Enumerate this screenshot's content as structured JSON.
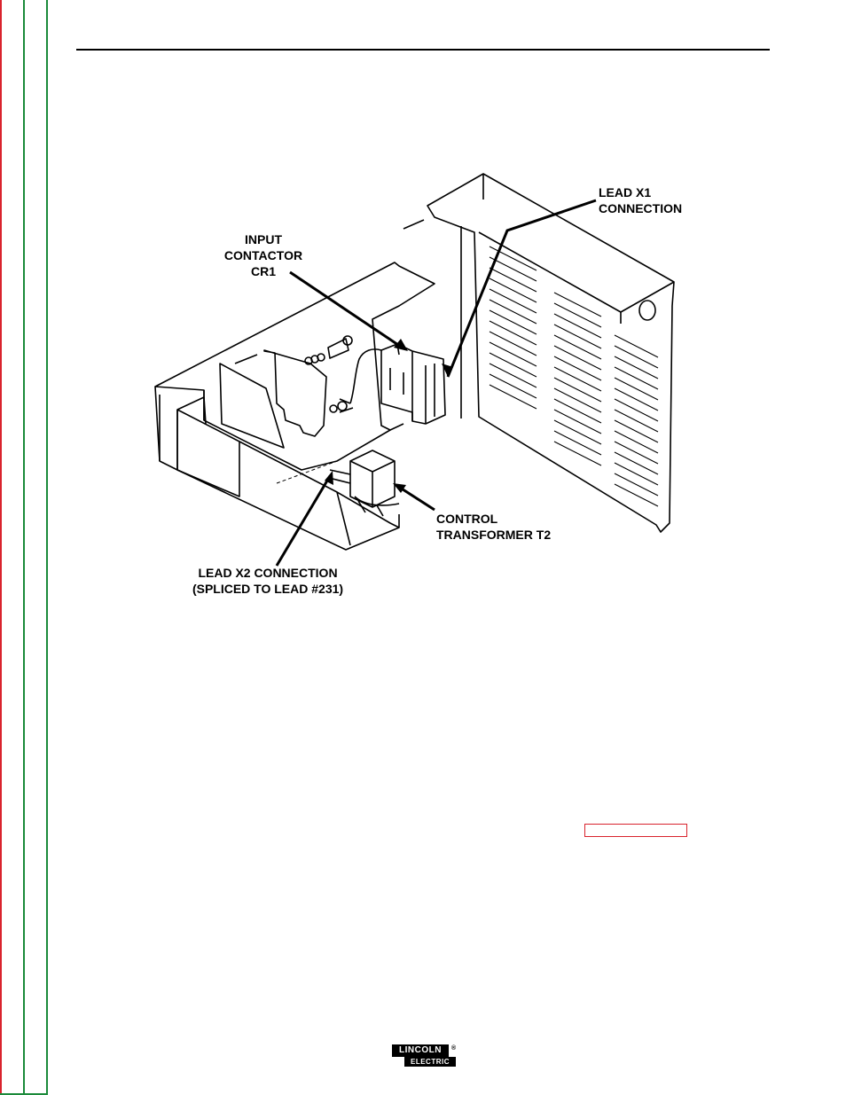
{
  "labels": {
    "lead_x1": [
      "LEAD X1",
      "CONNECTION"
    ],
    "input_contactor": [
      "INPUT",
      "CONTACTOR",
      "CR1"
    ],
    "control_transformer": [
      "CONTROL",
      "TRANSFORMER T2"
    ],
    "lead_x2": [
      "LEAD X2 CONNECTION",
      "(SPLICED TO LEAD #231)"
    ]
  },
  "logo": {
    "top": "LINCOLN",
    "bottom": "ELECTRIC",
    "mark": "®"
  },
  "colors": {
    "side_red": "#d9232d",
    "side_green": "#1b8a3a"
  }
}
